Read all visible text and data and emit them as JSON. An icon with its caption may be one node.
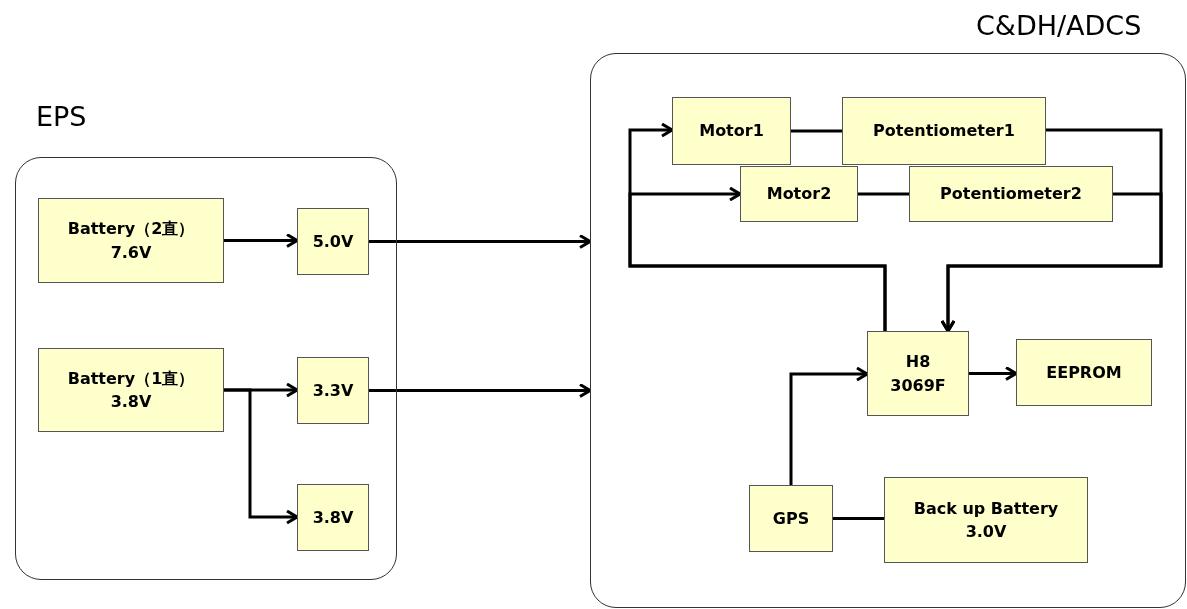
{
  "diagram": {
    "nodes": [
      {
        "text": [
          "EPS"
        ]
      },
      {
        "text": [
          "Battery（2直） 7.6V"
        ],
        "in": 0
      },
      {
        "text": [
          "5.0V"
        ],
        "in": 0
      },
      {
        "text": [
          "Battery（1直） 3.8V"
        ],
        "in": 0
      },
      {
        "text": [
          "3.3V"
        ],
        "in": 0
      },
      {
        "text": [
          "3.8V"
        ],
        "in": 0
      },
      {
        "text": [
          "C&DH/ADCS"
        ]
      },
      {
        "text": [
          "Motor1"
        ],
        "in": 6
      },
      {
        "text": [
          "Potentiometer1"
        ],
        "in": 6
      },
      {
        "text": [
          "Motor2"
        ],
        "in": 6
      },
      {
        "text": [
          "Potentiometer2"
        ],
        "in": 6
      },
      {
        "text": [
          "H8 3069F"
        ],
        "in": 6
      },
      {
        "text": [
          "EEPROM"
        ],
        "in": 6
      },
      {
        "text": [
          "GPS"
        ],
        "in": 6
      },
      {
        "text": [
          "Back up Battery 3.0V"
        ],
        "in": 6
      }
    ],
    "edges": [
      {
        "from": 1,
        "to": 2,
        "arrow": "to"
      },
      {
        "from": 2,
        "to": 6,
        "arrow": "to"
      },
      {
        "from": 3,
        "to": 4,
        "arrow": "to"
      },
      {
        "from": 3,
        "to": 5,
        "arrow": "to"
      },
      {
        "from": 4,
        "to": 6,
        "arrow": "to"
      },
      {
        "from": 7,
        "to": 8,
        "arrow": "none"
      },
      {
        "from": 9,
        "to": 10,
        "arrow": "none"
      },
      {
        "from": 8,
        "to": 11,
        "arrow": "to"
      },
      {
        "from": 10,
        "to": 11,
        "arrow": "to"
      },
      {
        "from": 11,
        "to": 7,
        "arrow": "to"
      },
      {
        "from": 11,
        "to": 9,
        "arrow": "to"
      },
      {
        "from": 13,
        "to": 11,
        "arrow": "to"
      },
      {
        "from": 11,
        "to": 12,
        "arrow": "to"
      },
      {
        "from": 13,
        "to": 14,
        "arrow": "none"
      }
    ]
  }
}
